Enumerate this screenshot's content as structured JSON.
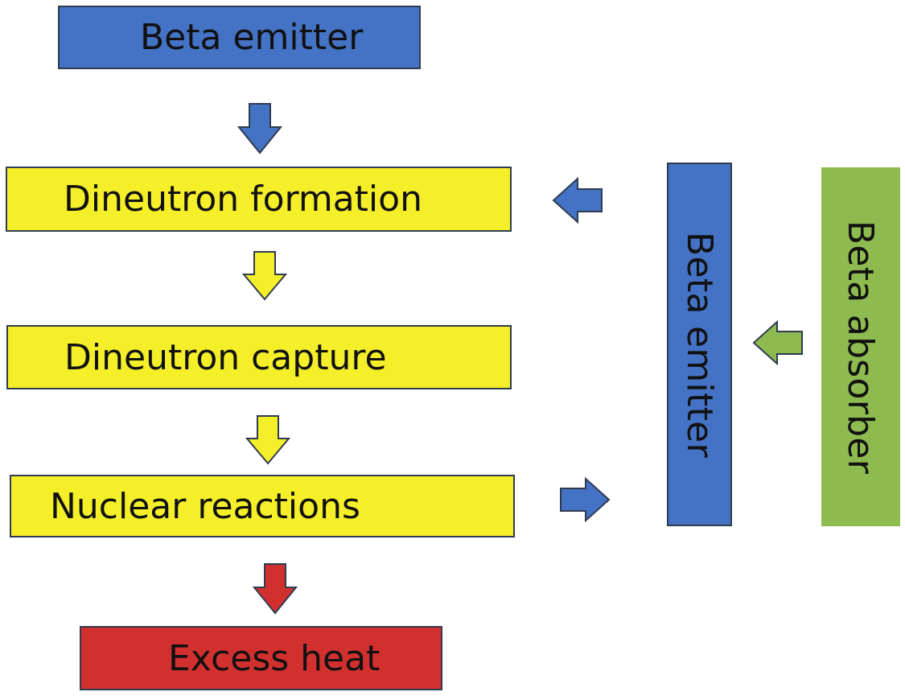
{
  "colors": {
    "blue": "#4472c4",
    "yellow": "#f5ef2a",
    "red": "#d2302f",
    "green": "#8dbb4f",
    "outline": "#2f3b4f"
  },
  "boxes": {
    "beta_emitter_top": "Beta emitter",
    "dineutron_formation": "Dineutron formation",
    "dineutron_capture": "Dineutron capture",
    "nuclear_reactions": "Nuclear reactions",
    "excess_heat": "Excess heat",
    "beta_emitter_side": "Beta emitter",
    "beta_absorber": "Beta absorber"
  },
  "arrows": {
    "emitter_to_formation": "down-arrow-icon",
    "formation_to_capture": "down-arrow-icon",
    "capture_to_reactions": "down-arrow-icon",
    "reactions_to_heat": "down-arrow-icon",
    "side_emitter_to_formation": "left-arrow-icon",
    "absorber_to_side_emitter": "left-arrow-icon",
    "reactions_to_side_emitter": "right-arrow-icon"
  }
}
